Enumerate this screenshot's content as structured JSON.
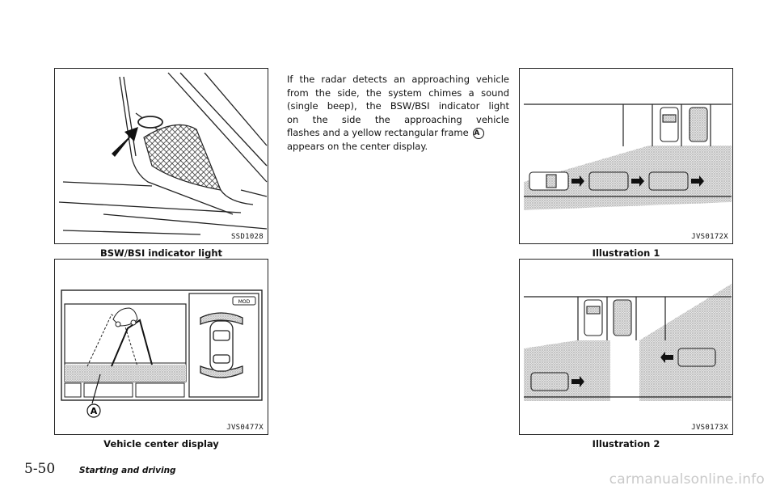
{
  "figures": {
    "fig1": {
      "code": "SSD1028",
      "caption": "BSW/BSI indicator light"
    },
    "fig2": {
      "code": "JVS0477X",
      "caption": "Vehicle center display",
      "label_a": "A",
      "mod_label": "MOD"
    },
    "fig3": {
      "code": "JVS0172X",
      "caption": "Illustration 1"
    },
    "fig4": {
      "code": "JVS0173X",
      "caption": "Illustration 2"
    }
  },
  "body": {
    "line1": "If the radar detects an approaching vehicle",
    "line2": "from the side, the system chimes a sound",
    "line3": "(single beep), the BSW/BSI indicator light",
    "line4": "on the side the approaching vehicle",
    "line5": "flashes and a yellow rectangular frame",
    "marker": "A",
    "line6": "appears on the center display."
  },
  "footer": {
    "page": "5-50",
    "section": "Starting and driving",
    "watermark": "carmanualsonline.info"
  }
}
